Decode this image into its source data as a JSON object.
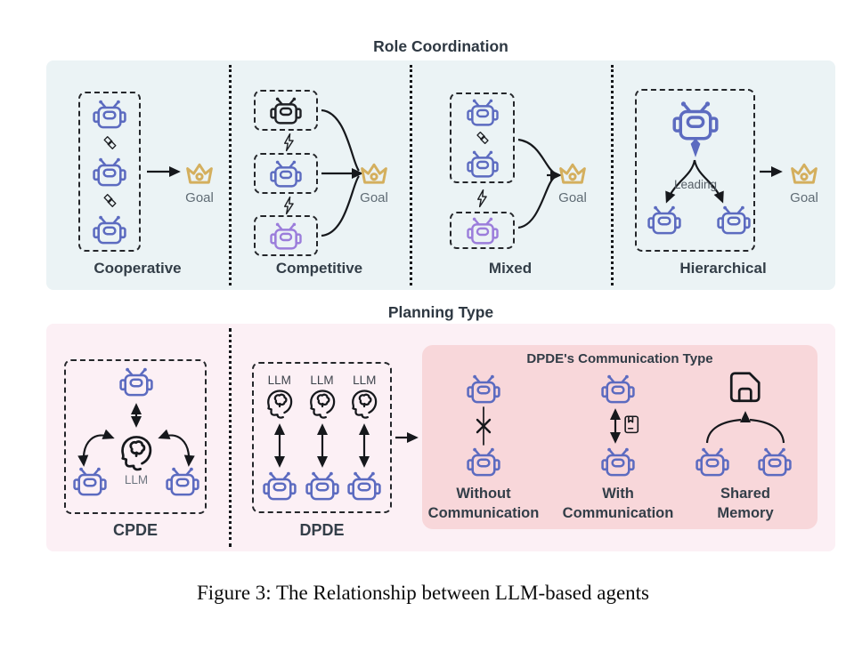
{
  "caption": "Figure 3: The Relationship between LLM-based agents",
  "colors": {
    "top_panel_bg": "#ebf3f5",
    "bottom_panel_bg": "#fcf0f5",
    "comm_panel_bg": "#f8d7da",
    "agent_blue": "#5c6bc0",
    "agent_purple": "#9b7ddb",
    "agent_black": "#1f2125",
    "goal_gold": "#d4af5e",
    "label_dark": "#333e48",
    "muted_gray": "#5f6b74"
  },
  "role_coordination": {
    "title": "Role Coordination",
    "goal_label": "Goal",
    "sections": [
      {
        "label": "Cooperative"
      },
      {
        "label": "Competitive"
      },
      {
        "label": "Mixed"
      },
      {
        "label": "Hierarchical",
        "leading_label": "Leading"
      }
    ]
  },
  "planning_type": {
    "title": "Planning Type",
    "cpde": {
      "label": "CPDE",
      "llm_label": "LLM"
    },
    "dpde": {
      "label": "DPDE",
      "llm_labels": [
        "LLM",
        "LLM",
        "LLM"
      ]
    },
    "communication": {
      "title": "DPDE's Communication Type",
      "columns": [
        {
          "line1": "Without",
          "line2": "Communication"
        },
        {
          "line1": "With",
          "line2": "Communication"
        },
        {
          "line1": "Shared",
          "line2": "Memory"
        }
      ]
    }
  }
}
